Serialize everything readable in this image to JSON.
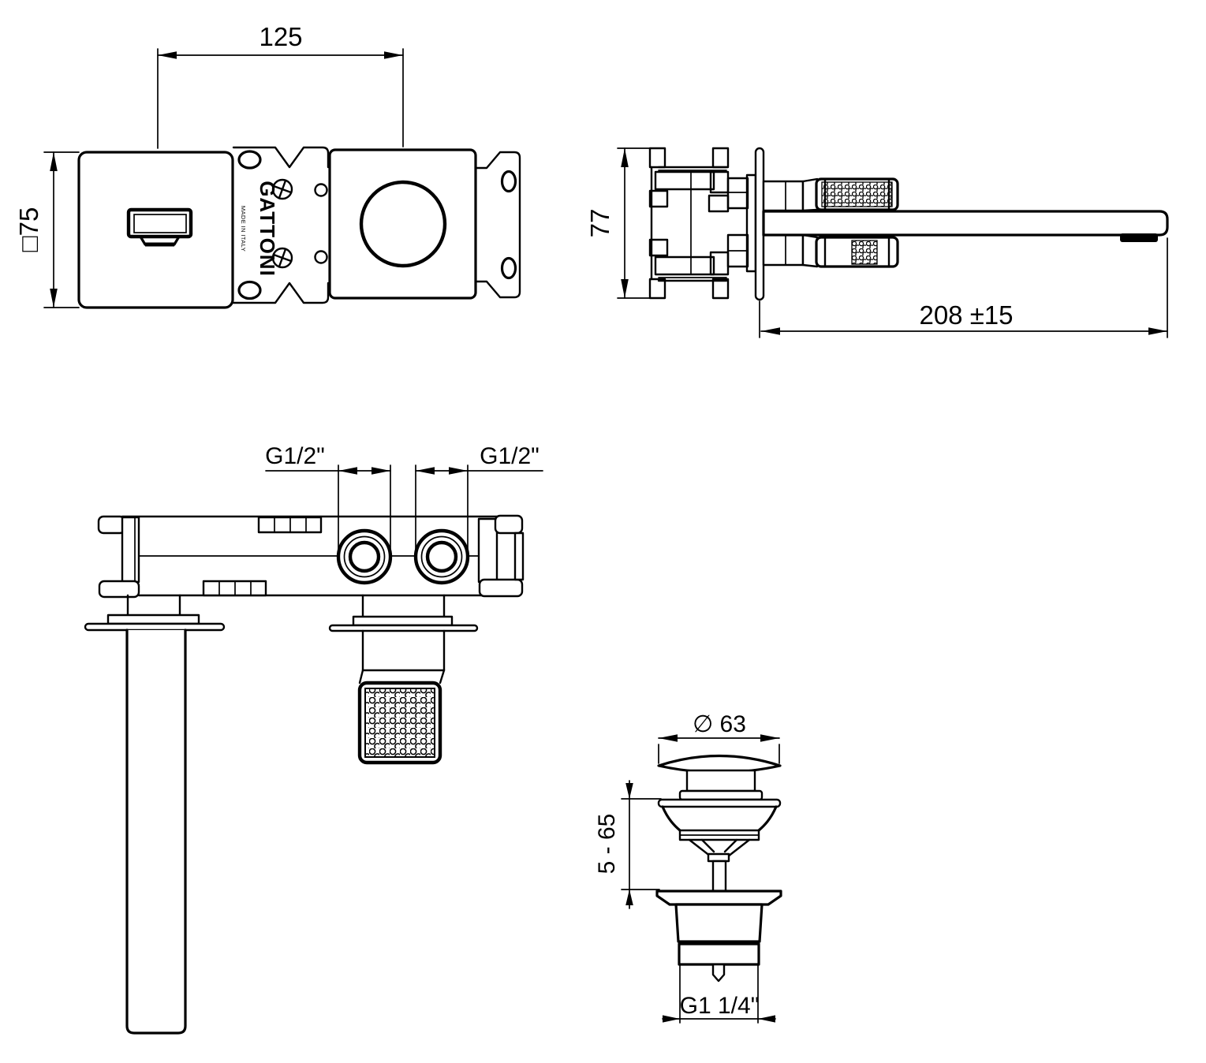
{
  "style": {
    "background_color": "#ffffff",
    "line_color": "#000000"
  },
  "drawing": {
    "brand": "GATTONI",
    "brand_note": "MADE IN ITALY",
    "dimensions": {
      "center_distance": "125",
      "plate_size": "□75",
      "body_height": "77",
      "spout_projection": "208 ±15",
      "inlet_left": "G1/2\"",
      "inlet_right": "G1/2\"",
      "drain_cap_diameter": "∅ 63",
      "drain_clamp_range": "5 - 65",
      "drain_thread": "G1 1/4\""
    }
  }
}
